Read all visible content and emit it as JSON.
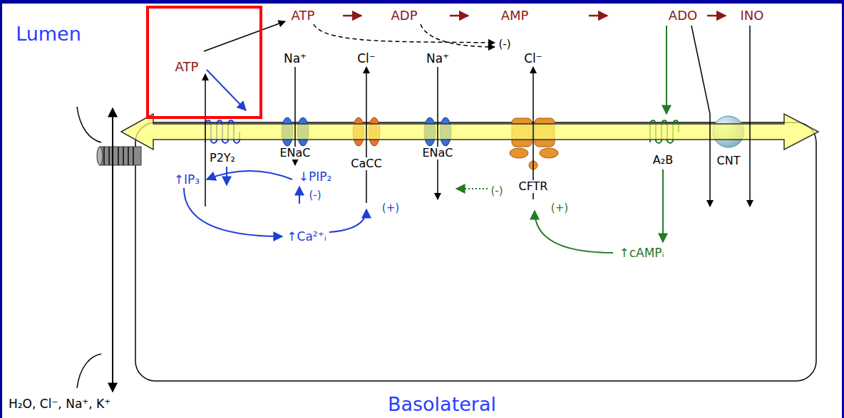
{
  "diagram": {
    "nodes": [
      {
        "text": [
          "ATP"
        ]
      }
    ],
    "labels": [
      "Lumen",
      "ATP",
      "ADP",
      "AMP",
      "ADO",
      "INO",
      "(-)",
      "Na⁺",
      "Cl⁻",
      "Na⁺",
      "Cl⁻",
      "P2Y₂",
      "ENaC",
      "CaCC",
      "ENaC",
      "CFTR",
      "A₂B",
      "CNT",
      "(-)",
      "(+)",
      "(-)",
      "(+)",
      "↑IP₃",
      "↓PIP₂",
      "↑Ca²⁺ᵢ",
      "↑cAMPᵢ",
      "H₂O, Cl⁻, Na⁺, K⁺",
      "Basolateral"
    ]
  }
}
